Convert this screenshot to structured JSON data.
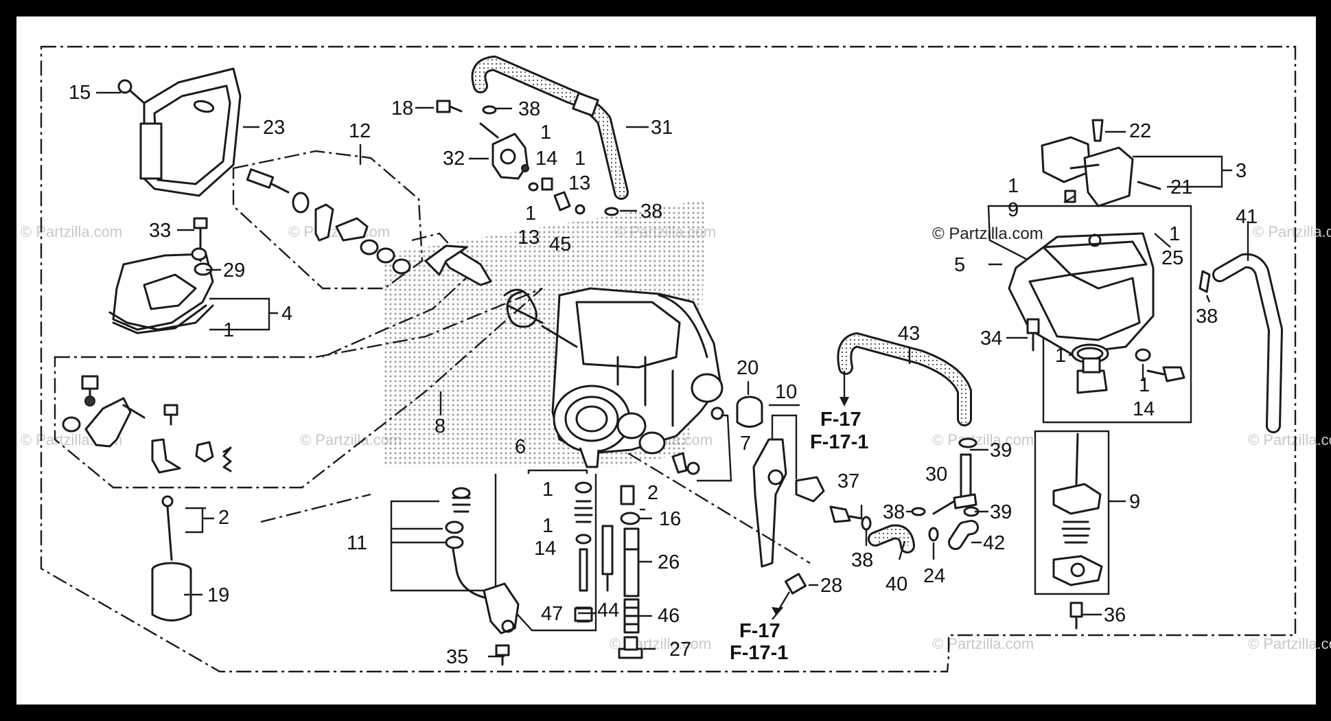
{
  "watermark": "© Partzilla.com",
  "labels": {
    "l15": "15",
    "l23": "23",
    "l12": "12",
    "l18": "18",
    "l38a": "38",
    "l31": "31",
    "l1a": "1",
    "l32": "32",
    "l14a": "14",
    "l1b": "1",
    "l13a": "13",
    "l38b": "38",
    "l1c": "1",
    "l13b": "13",
    "l45": "45",
    "l22": "22",
    "l3": "3",
    "l1d": "1",
    "l21": "21",
    "l9a": "9",
    "l41": "41",
    "l1e": "1",
    "l25": "25",
    "l5": "5",
    "l33": "33",
    "l29": "29",
    "l4": "4",
    "l1f": "1",
    "l38c": "38",
    "l34": "34",
    "l1g": "1",
    "l1h": "1",
    "l14b": "14",
    "l43": "43",
    "l20": "20",
    "l10": "10",
    "l8": "8",
    "l7": "7",
    "l6": "6",
    "l1i": "1",
    "l2a": "2",
    "l16": "16",
    "l1j": "1",
    "l14c": "14",
    "l26": "26",
    "l47": "47",
    "l44": "44",
    "l46": "46",
    "l27": "27",
    "l2b": "2",
    "l11": "11",
    "l19": "19",
    "l35": "35",
    "l28": "28",
    "l37": "37",
    "l39a": "39",
    "l30": "30",
    "l38d": "38",
    "l39b": "39",
    "l38e": "38",
    "l40": "40",
    "l24": "24",
    "l42": "42",
    "l9b": "9",
    "l36": "36"
  },
  "refs": {
    "upper_a": "F-17",
    "upper_b": "F-17-1",
    "lower_a": "F-17",
    "lower_b": "F-17-1"
  }
}
